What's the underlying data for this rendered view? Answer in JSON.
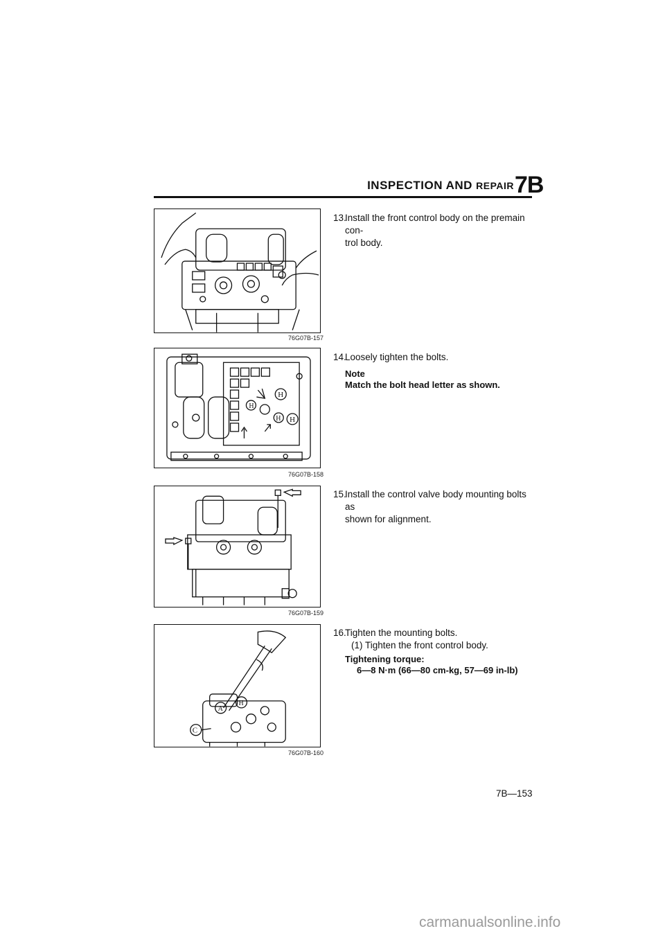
{
  "header": {
    "section_title_part1": "INSPECTION AND",
    "section_title_part2": "REPAIR",
    "chapter": "7B"
  },
  "figures": [
    {
      "id": "76G07B-157"
    },
    {
      "id": "76G07B-158"
    },
    {
      "id": "76G07B-159"
    },
    {
      "id": "76G07B-160"
    }
  ],
  "steps": [
    {
      "number": "13.",
      "line1": "Install the front control body on the premain con-",
      "line2": "trol body."
    },
    {
      "number": "14.",
      "line1": "Loosely tighten the bolts.",
      "note_label": "Note",
      "note_text": "Match the bolt head letter as shown."
    },
    {
      "number": "15.",
      "line1": "Install the control valve body mounting bolts as",
      "line2": "shown for alignment."
    },
    {
      "number": "16.",
      "line1": "Tighten the mounting bolts.",
      "sub": "(1) Tighten the front control body.",
      "torque_label": "Tightening torque:",
      "torque_value": "6—8 N·m (66—80 cm-kg, 57—69 in-lb)"
    }
  ],
  "page_number": "7B—153",
  "watermark": "carmanualsonline.info",
  "figure_labels": {
    "h": "H",
    "c": "C",
    "a": "A"
  }
}
